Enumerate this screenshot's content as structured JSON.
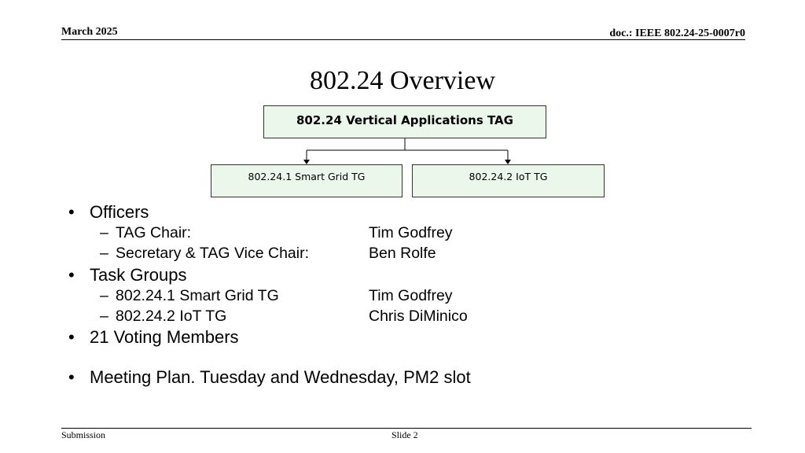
{
  "header": {
    "date": "March 2025",
    "doc_id": "doc.: IEEE 802.24-25-0007r0"
  },
  "title": "802.24 Overview",
  "org_chart": {
    "top": "802.24 Vertical Applications TAG",
    "children": [
      "802.24.1 Smart Grid TG",
      "802.24.2 IoT TG"
    ]
  },
  "bullets": {
    "officers": {
      "label": "Officers",
      "items": [
        {
          "role": "TAG Chair:",
          "name": "Tim Godfrey"
        },
        {
          "role": "Secretary & TAG Vice Chair:",
          "name": "Ben Rolfe"
        }
      ]
    },
    "task_groups": {
      "label": "Task Groups",
      "items": [
        {
          "group": "802.24.1 Smart Grid TG",
          "name": "Tim Godfrey"
        },
        {
          "group": "802.24.2 IoT TG",
          "name": "Chris DiMinico"
        }
      ]
    },
    "voting": "21 Voting Members",
    "meeting": "Meeting Plan.  Tuesday and Wednesday, PM2 slot"
  },
  "footer": {
    "left": "Submission",
    "slide": "Slide 2"
  }
}
